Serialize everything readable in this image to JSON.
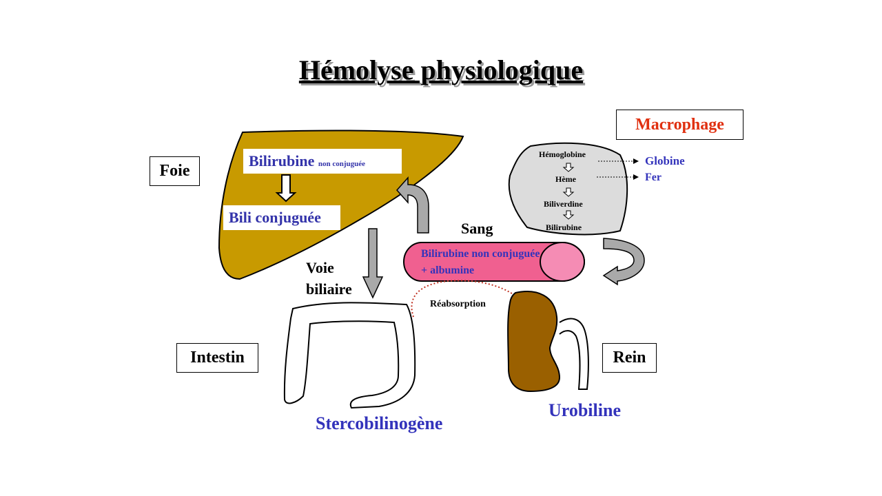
{
  "title": "Hémolyse physiologique",
  "organs": {
    "foie": "Foie",
    "intestin": "Intestin",
    "rein": "Rein",
    "macrophage": "Macrophage"
  },
  "liver": {
    "bili_main": "Bilirubine",
    "bili_sub": "non conjuguée",
    "bili_conj": "Bili conjuguée",
    "voie": "Voie",
    "biliaire": "biliaire"
  },
  "macrophage_steps": [
    "Hémoglobine",
    "Hème",
    "Biliverdine",
    "Bilirubine"
  ],
  "products": {
    "globine": "Globine",
    "fer": "Fer"
  },
  "blood": {
    "label": "Sang",
    "line1": "Bilirubine non conjuguée",
    "line2": "+ albumine"
  },
  "reabsorption": "Réabsorption",
  "outputs": {
    "stercobilinogene": "Stercobilinogène",
    "urobiline": "Urobiline"
  },
  "colors": {
    "liver": "#c89a00",
    "kidney": "#9a6000",
    "blood_tube": "#f06090",
    "blood_end": "#f58cb4",
    "macrophage_fill": "#dcdcdc",
    "arrow_gray": "#a9a9a9",
    "accent_red": "#e03010",
    "text_blue": "#3333bb"
  }
}
